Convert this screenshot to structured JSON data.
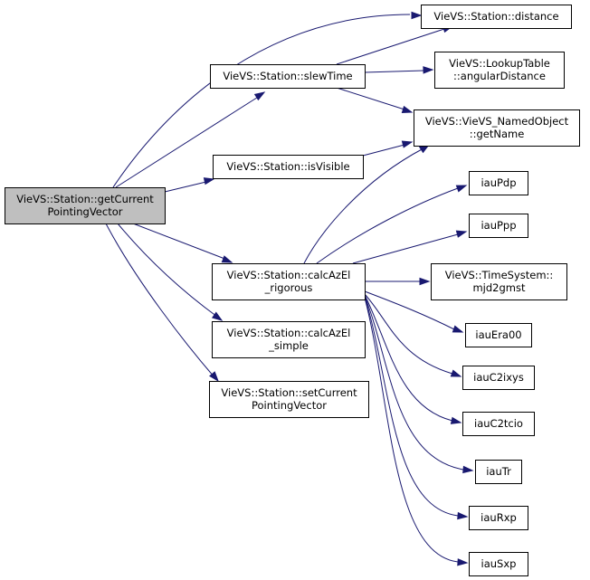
{
  "nodes": {
    "root": {
      "lines": [
        "VieVS::Station::getCurrent",
        "PointingVector"
      ]
    },
    "slewTime": {
      "lines": [
        "VieVS::Station::slewTime"
      ]
    },
    "distance": {
      "lines": [
        "VieVS::Station::distance"
      ]
    },
    "angDist": {
      "lines": [
        "VieVS::LookupTable",
        "::angularDistance"
      ]
    },
    "getName": {
      "lines": [
        "VieVS::VieVS_NamedObject",
        "::getName"
      ]
    },
    "isVisible": {
      "lines": [
        "VieVS::Station::isVisible"
      ]
    },
    "rigorous": {
      "lines": [
        "VieVS::Station::calcAzEl",
        "_rigorous"
      ]
    },
    "simple": {
      "lines": [
        "VieVS::Station::calcAzEl",
        "_simple"
      ]
    },
    "setCurrent": {
      "lines": [
        "VieVS::Station::setCurrent",
        "PointingVector"
      ]
    },
    "iauPdp": {
      "lines": [
        "iauPdp"
      ]
    },
    "iauPpp": {
      "lines": [
        "iauPpp"
      ]
    },
    "mjd2gmst": {
      "lines": [
        "VieVS::TimeSystem::",
        "mjd2gmst"
      ]
    },
    "iauEra00": {
      "lines": [
        "iauEra00"
      ]
    },
    "iauC2ixys": {
      "lines": [
        "iauC2ixys"
      ]
    },
    "iauC2tcio": {
      "lines": [
        "iauC2tcio"
      ]
    },
    "iauTr": {
      "lines": [
        "iauTr"
      ]
    },
    "iauRxp": {
      "lines": [
        "iauRxp"
      ]
    },
    "iauSxp": {
      "lines": [
        "iauSxp"
      ]
    }
  },
  "edges": [
    [
      "root",
      "distance"
    ],
    [
      "root",
      "slewTime"
    ],
    [
      "root",
      "isVisible"
    ],
    [
      "root",
      "rigorous"
    ],
    [
      "root",
      "simple"
    ],
    [
      "root",
      "setCurrent"
    ],
    [
      "slewTime",
      "distance"
    ],
    [
      "slewTime",
      "angDist"
    ],
    [
      "slewTime",
      "getName"
    ],
    [
      "isVisible",
      "getName"
    ],
    [
      "rigorous",
      "getName"
    ],
    [
      "rigorous",
      "iauPdp"
    ],
    [
      "rigorous",
      "iauPpp"
    ],
    [
      "rigorous",
      "mjd2gmst"
    ],
    [
      "rigorous",
      "iauEra00"
    ],
    [
      "rigorous",
      "iauC2ixys"
    ],
    [
      "rigorous",
      "iauC2tcio"
    ],
    [
      "rigorous",
      "iauTr"
    ],
    [
      "rigorous",
      "iauRxp"
    ],
    [
      "rigorous",
      "iauSxp"
    ]
  ]
}
